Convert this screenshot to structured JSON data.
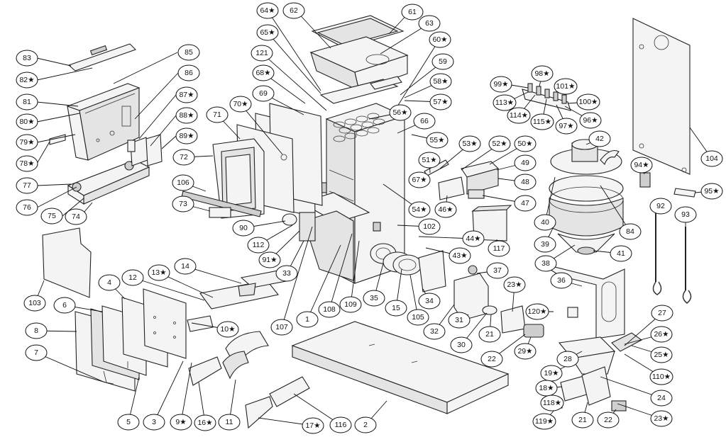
{
  "diagram": {
    "type": "exploded-parts-view",
    "callouts": [
      {
        "id": "c83",
        "label": "83"
      },
      {
        "id": "c82",
        "label": "82★"
      },
      {
        "id": "c85",
        "label": "85"
      },
      {
        "id": "c86",
        "label": "86"
      },
      {
        "id": "c81",
        "label": "81"
      },
      {
        "id": "c80",
        "label": "80★"
      },
      {
        "id": "c79",
        "label": "79★"
      },
      {
        "id": "c78",
        "label": "78★"
      },
      {
        "id": "c77",
        "label": "77"
      },
      {
        "id": "c76",
        "label": "76"
      },
      {
        "id": "c75",
        "label": "75"
      },
      {
        "id": "c74",
        "label": "74"
      },
      {
        "id": "c87",
        "label": "87★"
      },
      {
        "id": "c88",
        "label": "88★"
      },
      {
        "id": "c89",
        "label": "89★"
      },
      {
        "id": "c64",
        "label": "64★"
      },
      {
        "id": "c62",
        "label": "62"
      },
      {
        "id": "c61",
        "label": "61"
      },
      {
        "id": "c65",
        "label": "65★"
      },
      {
        "id": "c63",
        "label": "63"
      },
      {
        "id": "c60",
        "label": "60★"
      },
      {
        "id": "c121",
        "label": "121"
      },
      {
        "id": "c59",
        "label": "59"
      },
      {
        "id": "c68",
        "label": "68★"
      },
      {
        "id": "c58",
        "label": "58★"
      },
      {
        "id": "c69",
        "label": "69"
      },
      {
        "id": "c57",
        "label": "57★"
      },
      {
        "id": "c70",
        "label": "70★"
      },
      {
        "id": "c56",
        "label": "56★"
      },
      {
        "id": "c71",
        "label": "71"
      },
      {
        "id": "c66",
        "label": "66"
      },
      {
        "id": "c55",
        "label": "55★"
      },
      {
        "id": "c72",
        "label": "72"
      },
      {
        "id": "c53",
        "label": "53★"
      },
      {
        "id": "c52",
        "label": "52★"
      },
      {
        "id": "c50",
        "label": "50★"
      },
      {
        "id": "c51",
        "label": "51★"
      },
      {
        "id": "c49",
        "label": "49"
      },
      {
        "id": "c106",
        "label": "106"
      },
      {
        "id": "c67",
        "label": "67★"
      },
      {
        "id": "c48",
        "label": "48"
      },
      {
        "id": "c73",
        "label": "73"
      },
      {
        "id": "c46",
        "label": "46★"
      },
      {
        "id": "c47",
        "label": "47"
      },
      {
        "id": "c54",
        "label": "54★"
      },
      {
        "id": "c90",
        "label": "90"
      },
      {
        "id": "c102",
        "label": "102"
      },
      {
        "id": "c112",
        "label": "112"
      },
      {
        "id": "c44",
        "label": "44★"
      },
      {
        "id": "c117",
        "label": "117"
      },
      {
        "id": "c91",
        "label": "91★"
      },
      {
        "id": "c43",
        "label": "43★"
      },
      {
        "id": "c33",
        "label": "33"
      },
      {
        "id": "c37",
        "label": "37"
      },
      {
        "id": "c99",
        "label": "99★"
      },
      {
        "id": "c98",
        "label": "98★"
      },
      {
        "id": "c101",
        "label": "101★"
      },
      {
        "id": "c113",
        "label": "113★"
      },
      {
        "id": "c100",
        "label": "100★"
      },
      {
        "id": "c114",
        "label": "114★"
      },
      {
        "id": "c115",
        "label": "115★"
      },
      {
        "id": "c96",
        "label": "96★"
      },
      {
        "id": "c97",
        "label": "97★"
      },
      {
        "id": "c42",
        "label": "42"
      },
      {
        "id": "c104",
        "label": "104"
      },
      {
        "id": "c94",
        "label": "94★"
      },
      {
        "id": "c95",
        "label": "95★"
      },
      {
        "id": "c92",
        "label": "92"
      },
      {
        "id": "c93",
        "label": "93"
      },
      {
        "id": "c40",
        "label": "40"
      },
      {
        "id": "c84",
        "label": "84"
      },
      {
        "id": "c39",
        "label": "39"
      },
      {
        "id": "c41",
        "label": "41"
      },
      {
        "id": "c38",
        "label": "38"
      },
      {
        "id": "c36",
        "label": "36"
      },
      {
        "id": "c103",
        "label": "103"
      },
      {
        "id": "c14",
        "label": "14"
      },
      {
        "id": "c13",
        "label": "13★"
      },
      {
        "id": "c12",
        "label": "12"
      },
      {
        "id": "c4",
        "label": "4"
      },
      {
        "id": "c6",
        "label": "6"
      },
      {
        "id": "c8",
        "label": "8"
      },
      {
        "id": "c7",
        "label": "7"
      },
      {
        "id": "c10",
        "label": "10★"
      },
      {
        "id": "c107",
        "label": "107"
      },
      {
        "id": "c1",
        "label": "1"
      },
      {
        "id": "c108",
        "label": "108"
      },
      {
        "id": "c109",
        "label": "109"
      },
      {
        "id": "c35",
        "label": "35"
      },
      {
        "id": "c15",
        "label": "15"
      },
      {
        "id": "c105",
        "label": "105"
      },
      {
        "id": "c34",
        "label": "34"
      },
      {
        "id": "c32",
        "label": "32"
      },
      {
        "id": "c31",
        "label": "31"
      },
      {
        "id": "c23a",
        "label": "23★"
      },
      {
        "id": "c120",
        "label": "120★"
      },
      {
        "id": "c27",
        "label": "27"
      },
      {
        "id": "c26",
        "label": "26★"
      },
      {
        "id": "c21a",
        "label": "21"
      },
      {
        "id": "c30",
        "label": "30"
      },
      {
        "id": "c29",
        "label": "29★"
      },
      {
        "id": "c25",
        "label": "25★"
      },
      {
        "id": "c22a",
        "label": "22"
      },
      {
        "id": "c28",
        "label": "28"
      },
      {
        "id": "c110",
        "label": "110★"
      },
      {
        "id": "c19",
        "label": "19★"
      },
      {
        "id": "c24",
        "label": "24"
      },
      {
        "id": "c18",
        "label": "18★"
      },
      {
        "id": "c118",
        "label": "118★"
      },
      {
        "id": "c119",
        "label": "119★"
      },
      {
        "id": "c21b",
        "label": "21"
      },
      {
        "id": "c22b",
        "label": "22"
      },
      {
        "id": "c23b",
        "label": "23★"
      },
      {
        "id": "c5",
        "label": "5"
      },
      {
        "id": "c3",
        "label": "3"
      },
      {
        "id": "c9",
        "label": "9★"
      },
      {
        "id": "c16",
        "label": "16★"
      },
      {
        "id": "c11",
        "label": "11"
      },
      {
        "id": "c17",
        "label": "17★"
      },
      {
        "id": "c116",
        "label": "116"
      },
      {
        "id": "c2",
        "label": "2"
      }
    ]
  }
}
